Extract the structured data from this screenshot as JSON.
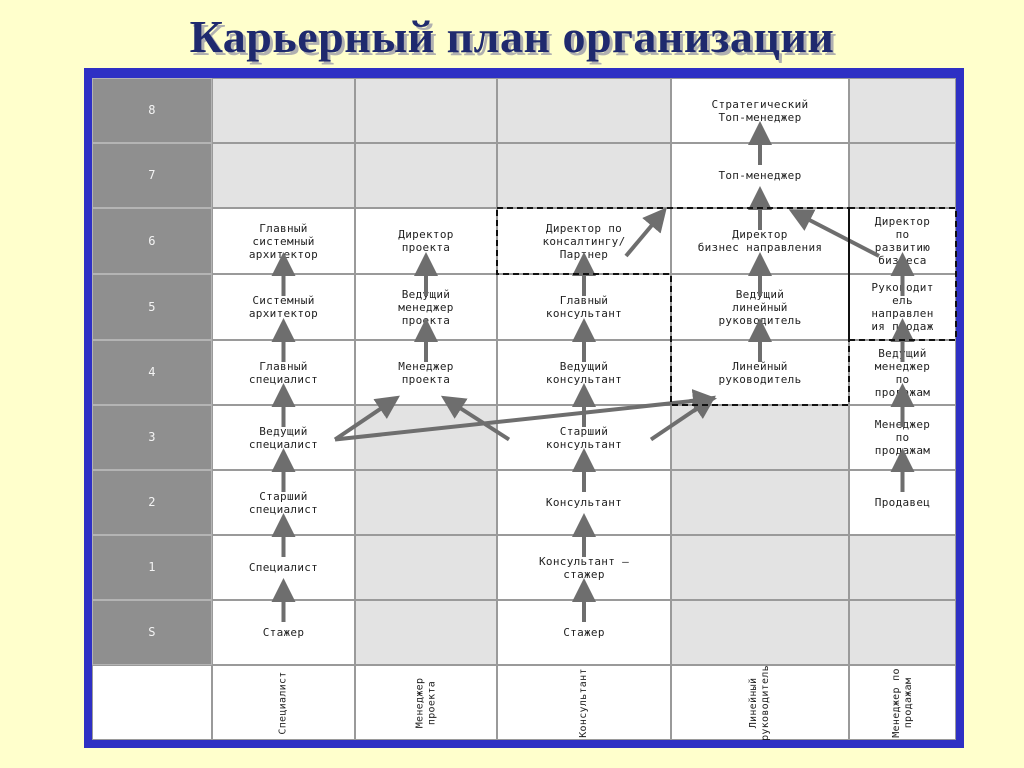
{
  "title": "Карьерный план организации",
  "levels": [
    "8",
    "7",
    "6",
    "5",
    "4",
    "3",
    "2",
    "1",
    "S"
  ],
  "tracks": [
    {
      "name": "Специалист",
      "label": "Специалист"
    },
    {
      "name": "Менеджер проекта",
      "label": "Менеджер\nпроекта"
    },
    {
      "name": "Консультант",
      "label": "Консультант"
    },
    {
      "name": "Линейный руководитель",
      "label": "Линейный\nруководитель"
    },
    {
      "name": "Менеджер по продажам",
      "label": "Менеджер по\nпродажам"
    }
  ],
  "cells": [
    {
      "track": 0,
      "level": "6",
      "text": "Главный\nсистемный\nархитектор"
    },
    {
      "track": 0,
      "level": "5",
      "text": "Системный\nархитектор"
    },
    {
      "track": 0,
      "level": "4",
      "text": "Главный\nспециалист"
    },
    {
      "track": 0,
      "level": "3",
      "text": "Ведущий\nспециалист"
    },
    {
      "track": 0,
      "level": "2",
      "text": "Старший\nспециалист"
    },
    {
      "track": 0,
      "level": "1",
      "text": "Специалист"
    },
    {
      "track": 0,
      "level": "S",
      "text": "Стажер"
    },
    {
      "track": 1,
      "level": "6",
      "text": "Директор\nпроекта"
    },
    {
      "track": 1,
      "level": "5",
      "text": "Ведущий\nменеджер\nпроекта"
    },
    {
      "track": 1,
      "level": "4",
      "text": "Менеджер\nпроекта"
    },
    {
      "track": 2,
      "level": "6",
      "text": "Директор по\nконсалтингу/\nПартнер"
    },
    {
      "track": 2,
      "level": "5",
      "text": "Главный\nконсультант"
    },
    {
      "track": 2,
      "level": "4",
      "text": "Ведущий\nконсультант"
    },
    {
      "track": 2,
      "level": "3",
      "text": "Старший\nконсультант"
    },
    {
      "track": 2,
      "level": "2",
      "text": "Консультант"
    },
    {
      "track": 2,
      "level": "1",
      "text": "Консультант —\nстажер"
    },
    {
      "track": 2,
      "level": "S",
      "text": "Стажер"
    },
    {
      "track": 3,
      "level": "8",
      "text": "Стратегический\nТоп-менеджер"
    },
    {
      "track": 3,
      "level": "7",
      "text": "Топ-менеджер"
    },
    {
      "track": 3,
      "level": "6",
      "text": "Директор\nбизнес направления"
    },
    {
      "track": 3,
      "level": "5",
      "text": "Ведущий\nлинейный\nруководитель"
    },
    {
      "track": 3,
      "level": "4",
      "text": "Линейный\nруководитель"
    },
    {
      "track": 4,
      "level": "6",
      "text": "Директор\nпо\nразвитию\nбизнеса"
    },
    {
      "track": 4,
      "level": "5",
      "text": "Руководит\nель\nнаправлен\nия продаж"
    },
    {
      "track": 4,
      "level": "4",
      "text": "Ведущий\nменеджер\nпо\nпродажам"
    },
    {
      "track": 4,
      "level": "3",
      "text": "Менеджер\nпо\nпродажам"
    },
    {
      "track": 4,
      "level": "2",
      "text": "Продавец"
    }
  ],
  "arrows": [
    {
      "from": [
        0,
        "S"
      ],
      "to": [
        0,
        "1"
      ]
    },
    {
      "from": [
        0,
        "1"
      ],
      "to": [
        0,
        "2"
      ]
    },
    {
      "from": [
        0,
        "2"
      ],
      "to": [
        0,
        "3"
      ]
    },
    {
      "from": [
        0,
        "3"
      ],
      "to": [
        0,
        "4"
      ]
    },
    {
      "from": [
        0,
        "4"
      ],
      "to": [
        0,
        "5"
      ]
    },
    {
      "from": [
        0,
        "5"
      ],
      "to": [
        0,
        "6"
      ]
    },
    {
      "from": [
        1,
        "4"
      ],
      "to": [
        1,
        "5"
      ]
    },
    {
      "from": [
        1,
        "5"
      ],
      "to": [
        1,
        "6"
      ]
    },
    {
      "from": [
        2,
        "S"
      ],
      "to": [
        2,
        "1"
      ]
    },
    {
      "from": [
        2,
        "1"
      ],
      "to": [
        2,
        "2"
      ]
    },
    {
      "from": [
        2,
        "2"
      ],
      "to": [
        2,
        "3"
      ]
    },
    {
      "from": [
        2,
        "3"
      ],
      "to": [
        2,
        "4"
      ]
    },
    {
      "from": [
        2,
        "4"
      ],
      "to": [
        2,
        "5"
      ]
    },
    {
      "from": [
        2,
        "5"
      ],
      "to": [
        2,
        "6"
      ]
    },
    {
      "from": [
        3,
        "4"
      ],
      "to": [
        3,
        "5"
      ]
    },
    {
      "from": [
        3,
        "5"
      ],
      "to": [
        3,
        "6"
      ]
    },
    {
      "from": [
        3,
        "6"
      ],
      "to": [
        3,
        "7"
      ]
    },
    {
      "from": [
        3,
        "7"
      ],
      "to": [
        3,
        "8"
      ]
    },
    {
      "from": [
        4,
        "2"
      ],
      "to": [
        4,
        "3"
      ]
    },
    {
      "from": [
        4,
        "3"
      ],
      "to": [
        4,
        "4"
      ]
    },
    {
      "from": [
        4,
        "4"
      ],
      "to": [
        4,
        "5"
      ]
    },
    {
      "from": [
        4,
        "5"
      ],
      "to": [
        4,
        "6"
      ]
    },
    {
      "from": [
        0,
        "3"
      ],
      "to": [
        1,
        "4"
      ]
    },
    {
      "from": [
        0,
        "3"
      ],
      "to": [
        3,
        "4"
      ]
    },
    {
      "from": [
        2,
        "3"
      ],
      "to": [
        1,
        "4"
      ]
    },
    {
      "from": [
        2,
        "3"
      ],
      "to": [
        3,
        "4"
      ]
    },
    {
      "from": [
        2,
        "6"
      ],
      "to": [
        3,
        "6"
      ]
    },
    {
      "from": [
        4,
        "6"
      ],
      "to": [
        3,
        "6"
      ]
    }
  ],
  "dashed_groups": [
    {
      "name": "partner-group",
      "cells": [
        [
          2,
          "6"
        ],
        [
          3,
          "6"
        ],
        [
          3,
          "5"
        ],
        [
          3,
          "4"
        ]
      ]
    },
    {
      "name": "business-development-group",
      "cells": [
        [
          4,
          "6"
        ],
        [
          4,
          "5"
        ]
      ]
    }
  ],
  "colors": {
    "title": "#1f2a6e",
    "frame": "#2e30c4",
    "level_column": "#8f8f8f",
    "empty_cell": "#e3e3e3",
    "filled_cell": "#ffffff",
    "arrow": "#6e6e6e",
    "background": "#ffffcc"
  }
}
